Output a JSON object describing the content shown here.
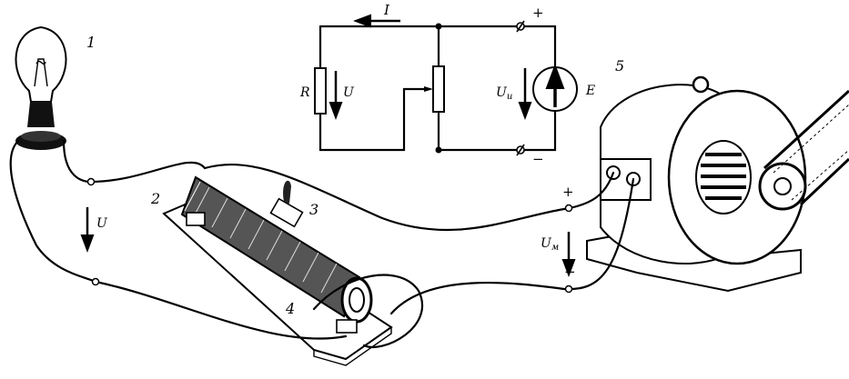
{
  "schematic": {
    "current_label": "I",
    "resistor_label": "R",
    "load_voltage_label": "U",
    "source_voltage_label": "U",
    "source_voltage_subscript": "и",
    "emf_label": "E",
    "plus_label": "+",
    "minus_label": "−"
  },
  "illustration": {
    "lamp_number": "1",
    "rheostat_end_number": "2",
    "slider_number": "3",
    "rheostat_terminal_number": "4",
    "generator_number": "5",
    "lamp_voltage_label": "U",
    "generator_voltage_label": "U",
    "generator_voltage_subscript": "м",
    "plus_label": "+",
    "minus_label": "−"
  }
}
